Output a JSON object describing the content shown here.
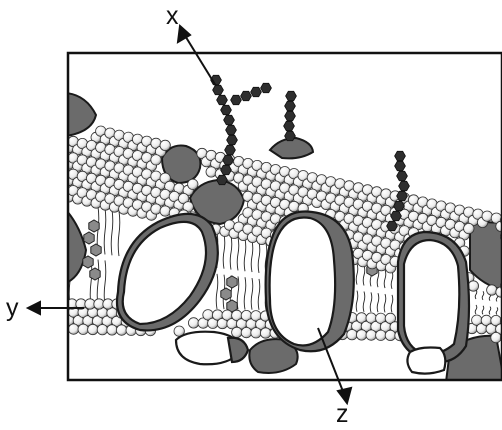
{
  "labels": {
    "x": "x",
    "y": "y",
    "z": "z"
  },
  "colors": {
    "ink": "#1a1a1a",
    "protein": "#6b6b6b",
    "carbohydrate": "#2e2e2e",
    "cholesterol": "#8a8a8a",
    "head_fill": "#ffffff",
    "background": "#ffffff"
  }
}
